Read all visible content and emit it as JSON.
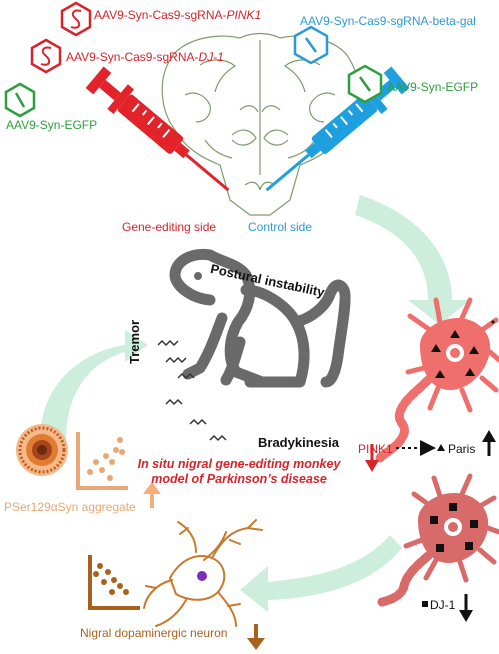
{
  "colors": {
    "red": "#d8232a",
    "green": "#2e9e3e",
    "blue": "#2b9ad6",
    "mint_arrow": "#cdeedd",
    "monkey": "#6a6a6a",
    "neuron_pink": "#ee6f6c",
    "orange": "#e8a774",
    "brown": "#a9621e"
  },
  "labels": {
    "aav_pink1_prefix": "AAV9-Syn-Cas9-sgRNA-",
    "aav_pink1_gene": "PINK1",
    "aav_dj1_prefix": "AAV9-Syn-Cas9-sgRNA-",
    "aav_dj1_gene": "DJ-1",
    "aav_betagal": "AAV9-Syn-Cas9-sgRNA-beta-gal",
    "aav_egfp_right": "AAV9-Syn-EGFP",
    "aav_egfp_left": "AAV9-Syn-EGFP",
    "gene_editing_side": "Gene-editing side",
    "control_side": "Control side",
    "postural_instability": "Postural instability",
    "tremor": "Tremor",
    "bradykinesia": "Bradykinesia",
    "model_line1_italic": "In situ",
    "model_line1_rest": " nigral gene-editing monkey",
    "model_line2": "model of Parkinson’s disease",
    "pink1": "PINK1",
    "paris": "Paris",
    "dj1": "DJ-1",
    "pser_aggregate": "PSer129αSyn aggregate",
    "nigral_neuron": "Nigral dopaminergic neuron"
  },
  "icons": {
    "hex_sgrna": "hexagon-s-glyph",
    "hex_control": "hexagon-slash-glyph",
    "syringe": "syringe",
    "brain": "brain-coronal-section",
    "monkey": "monkey-silhouette",
    "neuron": "neuron",
    "arrow_up": "arrow-up",
    "arrow_down": "arrow-down"
  }
}
